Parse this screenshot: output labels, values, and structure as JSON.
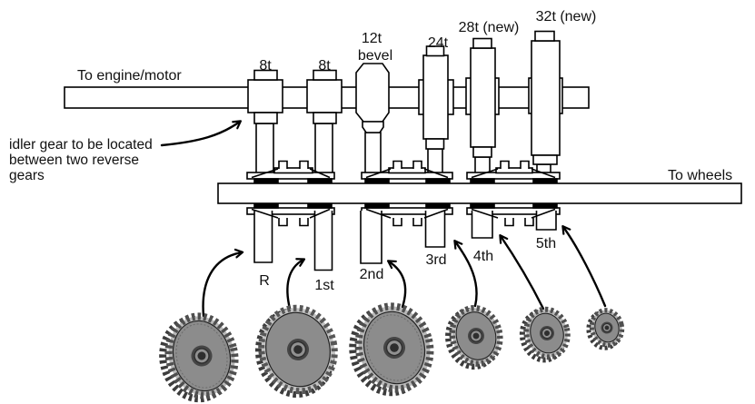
{
  "diagram_title": "manual gearbox layout diagram",
  "colors": {
    "background": "#ffffff",
    "line": "#000000",
    "gear_face": "#8c8c8c",
    "gear_teeth": "#4f4f4f",
    "gear_band": "#3c3c3c",
    "hub_dark": "#454545",
    "hub_mid": "#919191",
    "hub_hole": "#2e2e2e"
  },
  "shafts": {
    "input_label": "To engine/motor",
    "output_label": "To wheels"
  },
  "annotation": {
    "line1": "idler gear to be located",
    "line2": "between two reverse",
    "line3": "gears"
  },
  "top_gears": {
    "g1": "8t",
    "g2": "8t",
    "g3_line1": "12t",
    "g3_line2": "bevel",
    "g4": "24t",
    "g5": "28t (new)",
    "g6": "32t (new)"
  },
  "positions": {
    "r": "R",
    "first": "1st",
    "second": "2nd",
    "third": "3rd",
    "fourth": "4th",
    "fifth": "5th"
  }
}
